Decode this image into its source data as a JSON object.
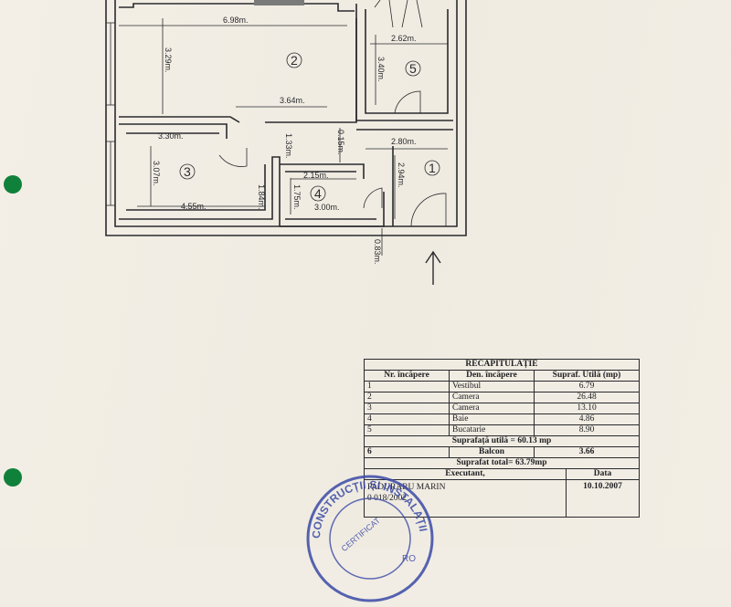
{
  "rooms": {
    "labels": [
      "1",
      "2",
      "3",
      "4",
      "5"
    ]
  },
  "dimensions": {
    "r2_width": "6.98m.",
    "r2_height": "3.29m.",
    "r2_inner": "3.64m.",
    "r2_gap": "1.33m.",
    "r5_width": "2.62m.",
    "r5_height": "3.40m.",
    "r3_width_top": "3.30m.",
    "r3_height": "3.07m.",
    "r3_width_bottom": "4.55m.",
    "r3_niche": "1.84m.",
    "small_gap": "0.15m.",
    "r1_width": "2.80m.",
    "r1_height": "2.94m.",
    "r4_width_top": "2.15m.",
    "r4_height": "1.75m.",
    "r4_width_bottom": "3.00m.",
    "entry_width": "0.83m."
  },
  "recap": {
    "title": "RECAPITULAȚIE",
    "headers": [
      "Nr. încăpere",
      "Den. încăpere",
      "Supraf. Utilă (mp)"
    ],
    "rows": [
      [
        "1",
        "Vestibul",
        "6.79"
      ],
      [
        "2",
        "Camera",
        "26.48"
      ],
      [
        "3",
        "Camera",
        "13.10"
      ],
      [
        "4",
        "Baie",
        "4.86"
      ],
      [
        "5",
        "Bucatarie",
        "8.90"
      ]
    ],
    "useful_total": "Suprafață utilă = 60.13 mp",
    "balcony": {
      "nr": "6",
      "label": "Balcon",
      "value": "3.66"
    },
    "grand_total": "Suprafat total= 63.79mp",
    "executant_label": "Executant,",
    "date_label": "Data",
    "executant_name": "PADURARU MARIN",
    "executant_id": "0 018/2002",
    "date_value": "10.10.2007"
  },
  "stamp": {
    "arc_text": "CONSTRUCȚII ȘI INSTALAȚII",
    "center_text": "CERTIFICAT",
    "side_text": "RO"
  },
  "colors": {
    "paper": "#f1ede4",
    "ink": "#2a2a2e",
    "stamp": "#3a49a6",
    "binder_hole": "#10813a"
  }
}
